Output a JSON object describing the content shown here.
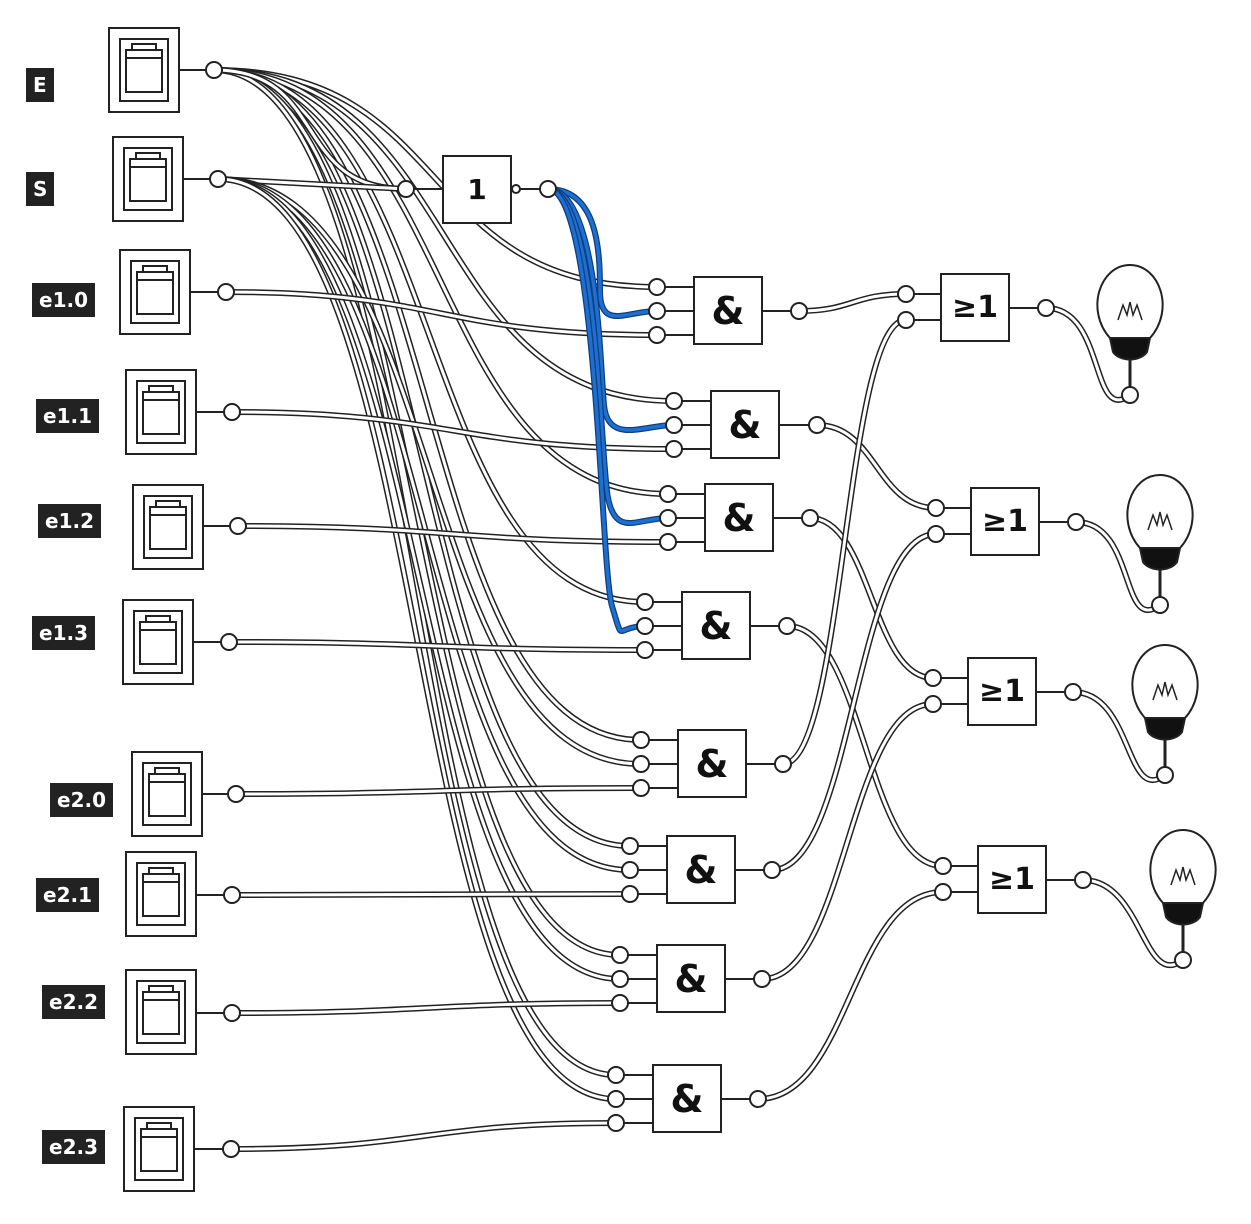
{
  "inputs": [
    {
      "label": "E"
    },
    {
      "label": "S"
    },
    {
      "label": "e1.0"
    },
    {
      "label": "e1.1"
    },
    {
      "label": "e1.2"
    },
    {
      "label": "e1.3"
    },
    {
      "label": "e2.0"
    },
    {
      "label": "e2.1"
    },
    {
      "label": "e2.2"
    },
    {
      "label": "e2.3"
    }
  ],
  "gates": {
    "not_label": "1",
    "and_label": "&",
    "or_label": "≥1"
  },
  "outputs": [
    "lamp",
    "lamp",
    "lamp",
    "lamp"
  ],
  "colors": {
    "wire": "#222222",
    "wire_fill": "#ffffff",
    "highlight": "#1e6fd0",
    "label_bg": "#222222"
  }
}
